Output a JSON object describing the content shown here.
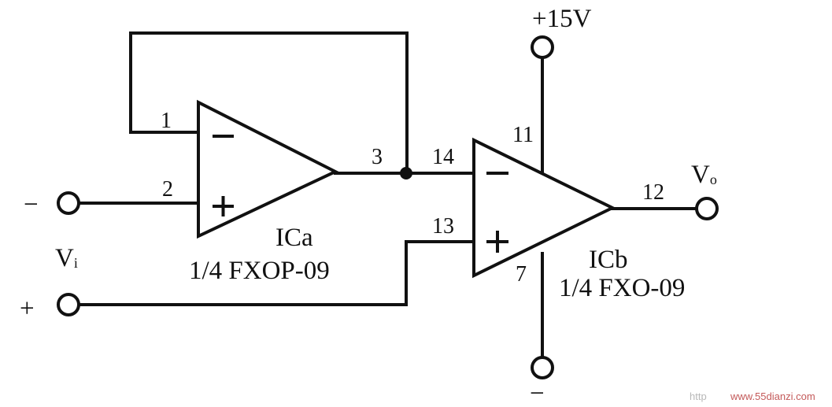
{
  "supply": {
    "positive": "+15V",
    "negative": "−"
  },
  "input": {
    "label": "V",
    "label_sub": "i",
    "minus_sign": "−",
    "plus_sign": "+"
  },
  "output": {
    "label": "V",
    "label_sub": "o"
  },
  "ica": {
    "name": "ICa",
    "part": "1/4 FXOP-09",
    "pin_inv": "1",
    "pin_noninv": "2",
    "pin_out": "3"
  },
  "icb": {
    "name": "ICb",
    "part": "1/4 FXO-09",
    "pin_inv": "14",
    "pin_noninv": "13",
    "pin_out": "12",
    "pin_vplus": "11",
    "pin_vminus": "7"
  },
  "watermark": {
    "prefix": "http",
    "site": "www.55dianzi.com"
  },
  "icons": [
    "op-amp-icon",
    "terminal-icon",
    "junction-dot-icon"
  ]
}
